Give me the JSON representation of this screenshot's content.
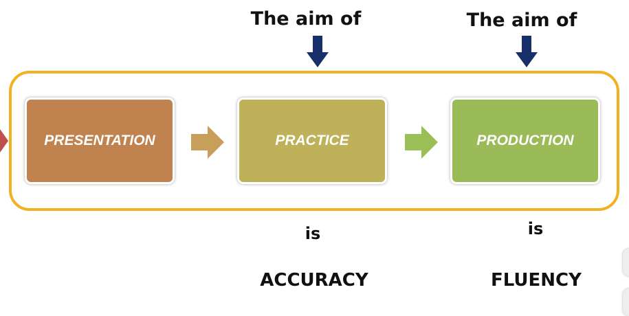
{
  "aim_labels": [
    "The aim of",
    "The aim of"
  ],
  "stages": [
    {
      "label": "PRESENTATION",
      "color": "#c0824f",
      "arrow_color": "#c79e5a"
    },
    {
      "label": "PRACTICE",
      "color": "#bfb159",
      "arrow_color": "#9bbf57"
    },
    {
      "label": "PRODUCTION",
      "color": "#9bbb59"
    }
  ],
  "bottom": {
    "is_1": "is",
    "is_2": "is",
    "accuracy": "ACCURACY",
    "fluency": "FLUENCY"
  },
  "colors": {
    "frame": "#f2b022",
    "down_arrow": "#17306a",
    "left_edge_arrow": "#c0504d"
  }
}
